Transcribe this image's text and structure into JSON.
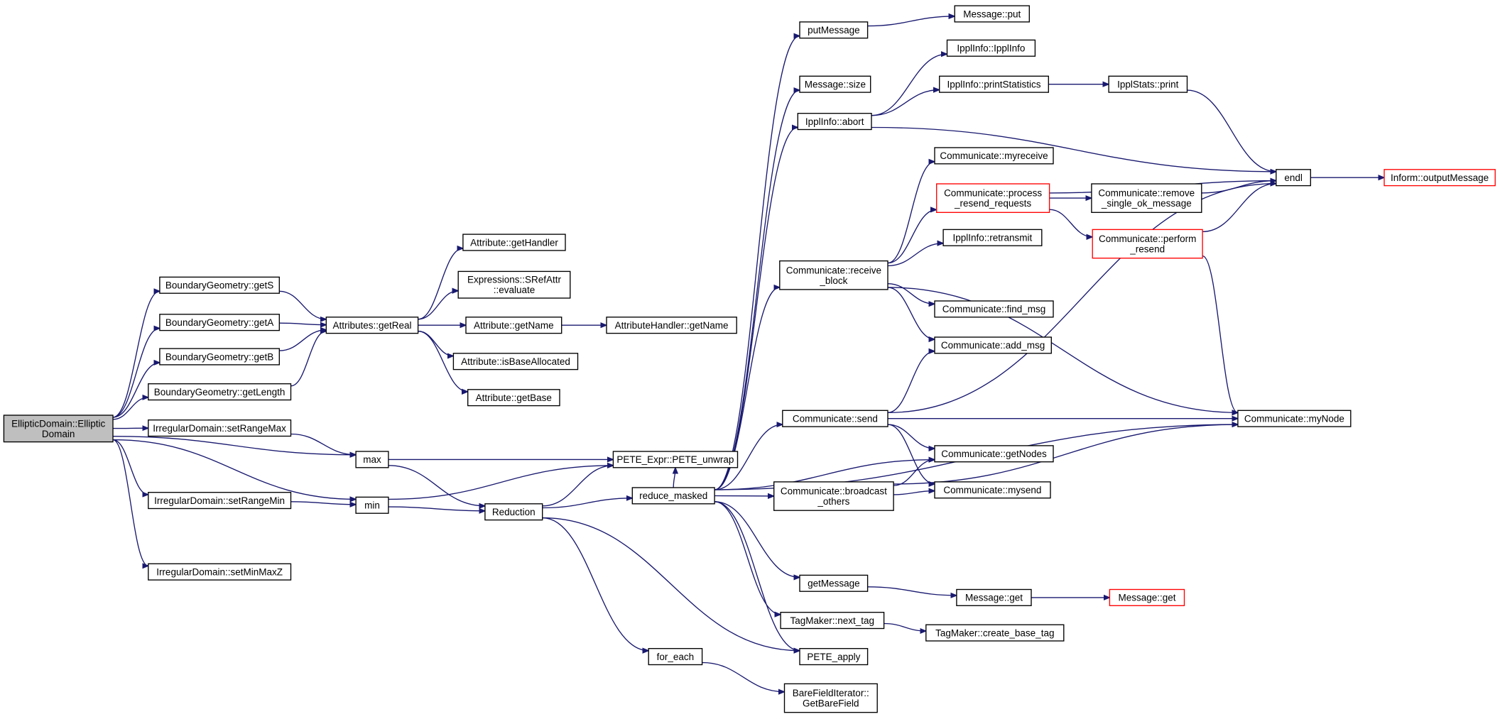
{
  "nodes": {
    "elliptic_domain": [
      "EllipticDomain::Elliptic",
      "Domain"
    ],
    "get_s": [
      "BoundaryGeometry::getS"
    ],
    "get_a": [
      "BoundaryGeometry::getA"
    ],
    "get_b": [
      "BoundaryGeometry::getB"
    ],
    "get_length": [
      "BoundaryGeometry::getLength"
    ],
    "set_range_max": [
      "IrregularDomain::setRangeMax"
    ],
    "set_range_min": [
      "IrregularDomain::setRangeMin"
    ],
    "set_min_max_z": [
      "IrregularDomain::setMinMaxZ"
    ],
    "attributes_get_real": [
      "Attributes::getReal"
    ],
    "attribute_get_handler": [
      "Attribute::getHandler"
    ],
    "sref_attr_evaluate": [
      "Expressions::SRefAttr",
      "::evaluate"
    ],
    "attribute_get_name": [
      "Attribute::getName"
    ],
    "attribute_handler_get_name": [
      "AttributeHandler::getName"
    ],
    "attribute_is_base_allocated": [
      "Attribute::isBaseAllocated"
    ],
    "attribute_get_base": [
      "Attribute::getBase"
    ],
    "max": [
      "max"
    ],
    "min": [
      "min"
    ],
    "pete_unwrap": [
      "PETE_Expr::PETE_unwrap"
    ],
    "reduction": [
      "Reduction"
    ],
    "reduce_masked": [
      "reduce_masked"
    ],
    "for_each": [
      "for_each"
    ],
    "bare_field": [
      "BareFieldIterator::",
      "GetBareField"
    ],
    "put_message": [
      "putMessage"
    ],
    "message_put": [
      "Message::put"
    ],
    "message_size": [
      "Message::size"
    ],
    "ippl_info_abort": [
      "IpplInfo::abort"
    ],
    "ippl_info_ctor": [
      "IpplInfo::IpplInfo"
    ],
    "ippl_print_statistics": [
      "IpplInfo::printStatistics"
    ],
    "ippl_stats_print": [
      "IpplStats::print"
    ],
    "comm_myreceive": [
      "Communicate::myreceive"
    ],
    "comm_process_resend": [
      "Communicate::process",
      "_resend_requests"
    ],
    "comm_remove_single": [
      "Communicate::remove",
      "_single_ok_message"
    ],
    "comm_perform_resend": [
      "Communicate::perform",
      "_resend"
    ],
    "ippl_retransmit": [
      "IpplInfo::retransmit"
    ],
    "comm_receive_block": [
      "Communicate::receive",
      "_block"
    ],
    "comm_find_msg": [
      "Communicate::find_msg"
    ],
    "comm_add_msg": [
      "Communicate::add_msg"
    ],
    "comm_send": [
      "Communicate::send"
    ],
    "comm_my_node": [
      "Communicate::myNode"
    ],
    "comm_get_nodes": [
      "Communicate::getNodes"
    ],
    "comm_broadcast_others": [
      "Communicate::broadcast",
      "_others"
    ],
    "comm_mysend": [
      "Communicate::mysend"
    ],
    "get_message": [
      "getMessage"
    ],
    "message_get": [
      "Message::get"
    ],
    "message_get_red": [
      "Message::get"
    ],
    "tagmaker_next_tag": [
      "TagMaker::next_tag"
    ],
    "tagmaker_create_base_tag": [
      "TagMaker::create_base_tag"
    ],
    "pete_apply": [
      "PETE_apply"
    ],
    "endl": [
      "endl"
    ],
    "inform_output_message": [
      "Inform::outputMessage"
    ]
  },
  "edges": [
    [
      "elliptic_domain",
      "get_s"
    ],
    [
      "elliptic_domain",
      "get_a"
    ],
    [
      "elliptic_domain",
      "get_b"
    ],
    [
      "elliptic_domain",
      "get_length"
    ],
    [
      "elliptic_domain",
      "set_range_max"
    ],
    [
      "elliptic_domain",
      "max"
    ],
    [
      "elliptic_domain",
      "set_range_min"
    ],
    [
      "elliptic_domain",
      "min"
    ],
    [
      "elliptic_domain",
      "set_min_max_z"
    ],
    [
      "get_s",
      "attributes_get_real"
    ],
    [
      "get_a",
      "attributes_get_real"
    ],
    [
      "get_b",
      "attributes_get_real"
    ],
    [
      "get_length",
      "attributes_get_real"
    ],
    [
      "attributes_get_real",
      "attribute_get_handler"
    ],
    [
      "attributes_get_real",
      "sref_attr_evaluate"
    ],
    [
      "attributes_get_real",
      "attribute_get_name"
    ],
    [
      "attributes_get_real",
      "attribute_is_base_allocated"
    ],
    [
      "attributes_get_real",
      "attribute_get_base"
    ],
    [
      "attribute_get_name",
      "attribute_handler_get_name"
    ],
    [
      "set_range_max",
      "max"
    ],
    [
      "set_range_min",
      "min"
    ],
    [
      "max",
      "pete_unwrap"
    ],
    [
      "max",
      "reduction"
    ],
    [
      "min",
      "pete_unwrap"
    ],
    [
      "min",
      "reduction"
    ],
    [
      "reduction",
      "pete_unwrap"
    ],
    [
      "reduction",
      "reduce_masked"
    ],
    [
      "reduction",
      "for_each"
    ],
    [
      "reduction",
      "pete_apply"
    ],
    [
      "for_each",
      "bare_field"
    ],
    [
      "reduce_masked",
      "pete_unwrap"
    ],
    [
      "reduce_masked",
      "put_message"
    ],
    [
      "reduce_masked",
      "message_size"
    ],
    [
      "reduce_masked",
      "ippl_info_abort"
    ],
    [
      "reduce_masked",
      "comm_receive_block"
    ],
    [
      "reduce_masked",
      "comm_send"
    ],
    [
      "reduce_masked",
      "comm_get_nodes"
    ],
    [
      "reduce_masked",
      "comm_broadcast_others"
    ],
    [
      "reduce_masked",
      "comm_my_node"
    ],
    [
      "reduce_masked",
      "get_message"
    ],
    [
      "reduce_masked",
      "tagmaker_next_tag"
    ],
    [
      "reduce_masked",
      "pete_apply"
    ],
    [
      "put_message",
      "message_put"
    ],
    [
      "ippl_info_abort",
      "ippl_info_ctor"
    ],
    [
      "ippl_info_abort",
      "ippl_print_statistics"
    ],
    [
      "ippl_info_abort",
      "endl"
    ],
    [
      "ippl_print_statistics",
      "ippl_stats_print"
    ],
    [
      "ippl_stats_print",
      "endl"
    ],
    [
      "comm_receive_block",
      "comm_myreceive"
    ],
    [
      "comm_receive_block",
      "comm_process_resend"
    ],
    [
      "comm_receive_block",
      "ippl_retransmit"
    ],
    [
      "comm_receive_block",
      "comm_find_msg"
    ],
    [
      "comm_receive_block",
      "comm_add_msg"
    ],
    [
      "comm_receive_block",
      "comm_my_node"
    ],
    [
      "comm_process_resend",
      "endl"
    ],
    [
      "comm_process_resend",
      "comm_remove_single"
    ],
    [
      "comm_process_resend",
      "comm_perform_resend"
    ],
    [
      "comm_remove_single",
      "endl"
    ],
    [
      "comm_perform_resend",
      "endl"
    ],
    [
      "comm_perform_resend",
      "comm_my_node"
    ],
    [
      "comm_send",
      "comm_add_msg"
    ],
    [
      "comm_send",
      "endl"
    ],
    [
      "comm_send",
      "comm_my_node"
    ],
    [
      "comm_send",
      "comm_get_nodes"
    ],
    [
      "comm_send",
      "comm_mysend"
    ],
    [
      "comm_broadcast_others",
      "comm_get_nodes"
    ],
    [
      "comm_broadcast_others",
      "comm_mysend"
    ],
    [
      "comm_broadcast_others",
      "comm_my_node"
    ],
    [
      "get_message",
      "message_get"
    ],
    [
      "message_get",
      "message_get_red"
    ],
    [
      "tagmaker_next_tag",
      "tagmaker_create_base_tag"
    ],
    [
      "endl",
      "inform_output_message"
    ]
  ]
}
